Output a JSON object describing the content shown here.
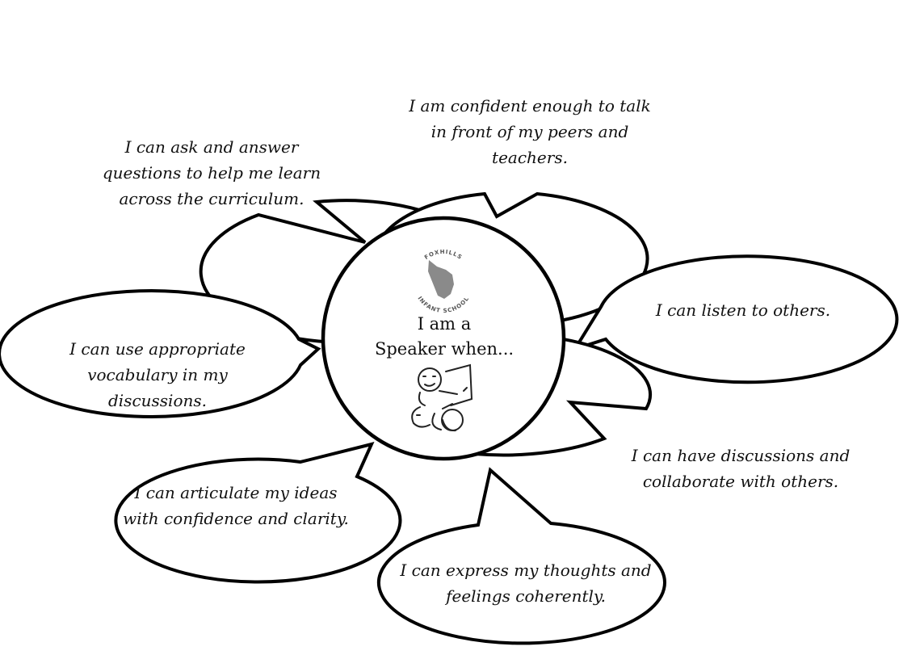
{
  "centre": {
    "title_line1": "I am a",
    "title_line2": "Speaker when...",
    "logo_line1": "FOXHILLS",
    "logo_line2": "INFANT SCHOOL"
  },
  "bubbles": [
    {
      "text": "I can ask and answer questions to help me learn across the curriculum."
    },
    {
      "text": "I am confident enough to talk in front of my peers and teachers."
    },
    {
      "text": "I can listen to others."
    },
    {
      "text": "I can use appropriate vocabulary in my discussions."
    },
    {
      "text": "I can have discussions and collaborate with others."
    },
    {
      "text": "I can articulate my ideas with confidence and clarity."
    },
    {
      "text": "I can express my thoughts and feelings coherently."
    }
  ],
  "colors": {
    "outline": "#000000",
    "fill": "#ffffff",
    "logo": "#8a8a8a"
  }
}
